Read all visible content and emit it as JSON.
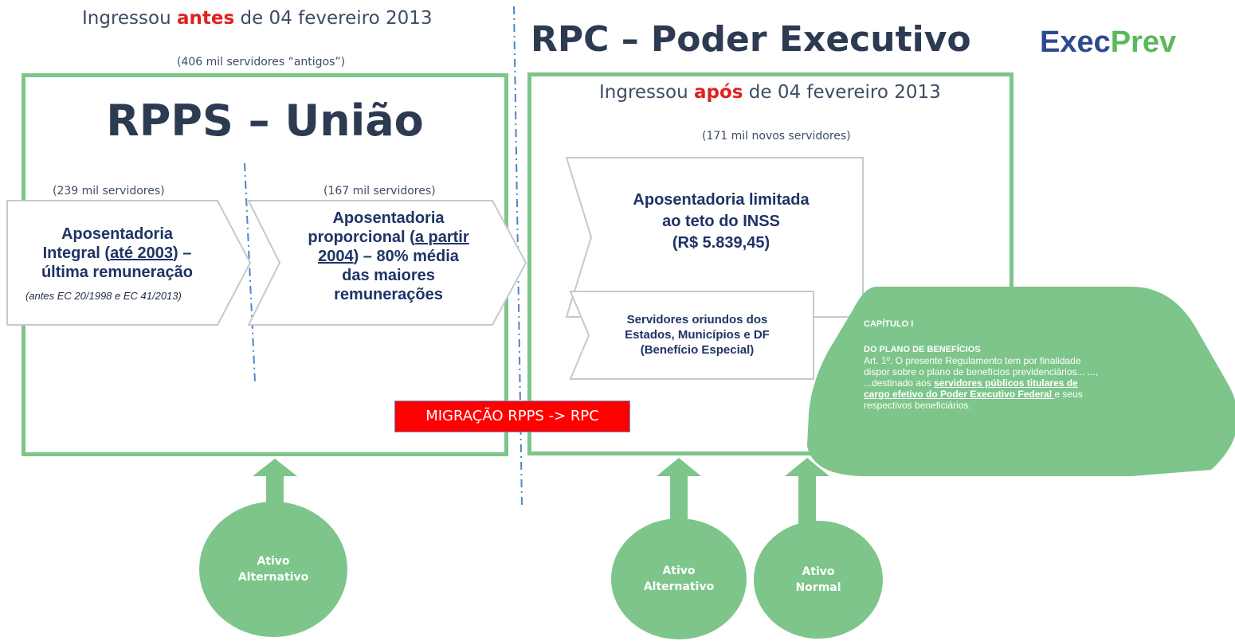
{
  "left_header": {
    "prefix": "Ingressou ",
    "emph": "antes",
    "suffix": " de 04 fevereiro 2013"
  },
  "left_count": "(406 mil servidores “antigos”)",
  "main_title": "RPC – Poder Executivo",
  "logo": {
    "part1": "Exec",
    "part2": "Prev"
  },
  "rpps_title": "RPPS – União",
  "right_header": {
    "prefix": "Ingressou ",
    "emph": "após",
    "suffix": " de 04 fevereiro 2013"
  },
  "right_count": "(171 mil novos servidores)",
  "integral": {
    "count": "(239 mil servidores)",
    "line1": "Aposentadoria",
    "line2a": "Integral (",
    "line2u": "até 2003",
    "line2b": ") –",
    "line3": "última remuneração",
    "note": "(antes EC 20/1998 e EC 41/2013)"
  },
  "proporcional": {
    "count": "(167 mil servidores)",
    "line1": "Aposentadoria",
    "line2a": "proporcional (",
    "line2u": "a partir",
    "line3u": "2004",
    "line3b": ") – 80% média",
    "line4": "das maiores",
    "line5": "remunerações"
  },
  "limitada": {
    "line1": "Aposentadoria limitada",
    "line2": "ao teto do INSS",
    "line3": "(R$ 5.839,45)"
  },
  "oriundos": {
    "line1": "Servidores oriundos dos",
    "line2": "Estados, Municípios e DF",
    "line3": "(Benefício Especial)"
  },
  "capitulo": {
    "title": "CAPÍTULO I",
    "subtitle": "DO PLANO DE BENEFÍCIOS",
    "body1": "Art. 1º. O presente Regulamento tem por finalidade dispor sobre o plano de benefícios previdenciários... ...,",
    "body2": "...destinado aos ",
    "body_u": "servidores públicos titulares de cargo efetivo do Poder Executivo Federal ",
    "body3": "e seus respectivos beneficiários."
  },
  "migracao": "MIGRAÇÃO RPPS -> RPC",
  "circles": [
    {
      "line1": "Ativo",
      "line2": "Alternativo"
    },
    {
      "line1": "Ativo",
      "line2": "Alternativo"
    },
    {
      "line1": "Ativo",
      "line2": "Normal"
    }
  ],
  "colors": {
    "green": "#7dc58a",
    "red": "#ff0000",
    "navy": "#1f3366",
    "logo_blue": "#2e4a8f",
    "logo_green": "#5cb85c"
  }
}
